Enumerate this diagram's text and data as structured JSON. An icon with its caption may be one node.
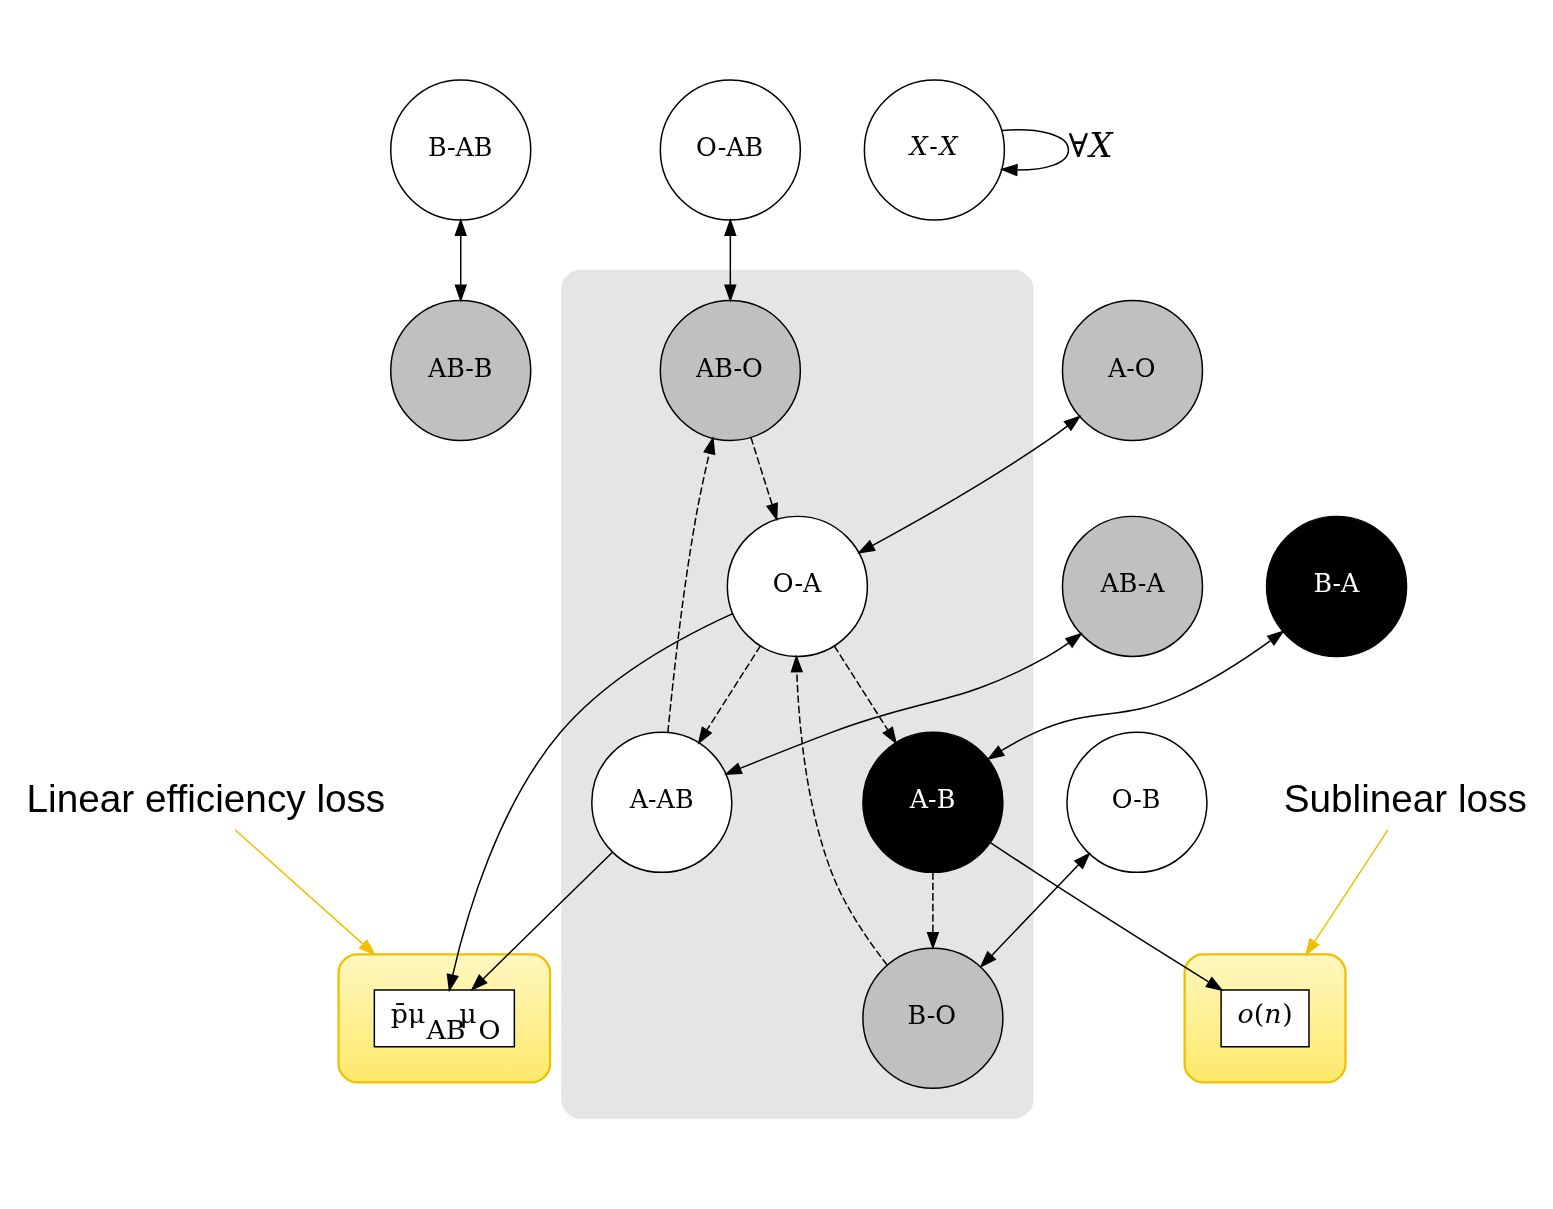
{
  "diagram": {
    "nodes": [
      {
        "text": [
          "B-AB"
        ]
      },
      {
        "text": [
          "Linear efficiency loss"
        ]
      },
      {
        "text": [
          "O-AB"
        ]
      },
      {
        "text": [
          "*X*-*X*"
        ]
      },
      {
        "text": [
          "AB-B"
        ]
      },
      {
        "text": [],
        "shape": "box"
      },
      {
        "text": [
          "p̄μ$_{AB}$μ$_{O}$"
        ],
        "in": 5
      },
      {
        "text": [],
        "shape": "box"
      },
      {
        "text": [
          "AB-O"
        ],
        "in": 7
      },
      {
        "text": [
          "A-O"
        ]
      },
      {
        "text": [
          "AB-A"
        ]
      },
      {
        "text": [
          "A-AB"
        ],
        "in": 7
      },
      {
        "text": [
          "O-A"
        ],
        "in": 7
      },
      {
        "text": [
          "B-A"
        ]
      },
      {
        "text": [
          "Sublinear loss"
        ]
      },
      {
        "text": [
          "O-B"
        ]
      },
      {
        "text": [
          "B-O"
        ],
        "in": 7
      },
      {
        "text": [
          "A-B"
        ],
        "in": 7
      },
      {
        "text": [],
        "shape": "box"
      },
      {
        "text": [
          "*o*(*n*)"
        ],
        "in": 18
      }
    ],
    "edges": [
      {
        "from": 0,
        "to": 4,
        "arrow": "both"
      },
      {
        "from": 1,
        "to": 5,
        "arrow": "to",
        "color": "#f0c000"
      },
      {
        "from": 2,
        "to": 8,
        "arrow": "both"
      },
      {
        "from": 3,
        "to": 3,
        "arrow": "to",
        "label": "∀*X*"
      },
      {
        "from": 9,
        "to": 12,
        "arrow": "both"
      },
      {
        "from": 10,
        "to": 11,
        "arrow": "both"
      },
      {
        "from": 11,
        "to": 8,
        "arrow": "to",
        "style": "dashed"
      },
      {
        "from": 8,
        "to": 12,
        "arrow": "to",
        "style": "dashed"
      },
      {
        "from": 12,
        "to": 11,
        "arrow": "to",
        "style": "dashed"
      },
      {
        "from": 11,
        "to": 6,
        "arrow": "to"
      },
      {
        "from": 12,
        "to": 6,
        "arrow": "to"
      },
      {
        "from": 16,
        "to": 12,
        "arrow": "to",
        "style": "dashed"
      },
      {
        "from": 12,
        "to": 17,
        "arrow": "to",
        "style": "dashed"
      },
      {
        "from": 13,
        "to": 17,
        "arrow": "both"
      },
      {
        "from": 15,
        "to": 16,
        "arrow": "both"
      },
      {
        "from": 17,
        "to": 16,
        "arrow": "to",
        "style": "dashed"
      },
      {
        "from": 17,
        "to": 19,
        "arrow": "to"
      },
      {
        "from": 14,
        "to": 18,
        "arrow": "to",
        "color": "#f0c000"
      }
    ]
  }
}
